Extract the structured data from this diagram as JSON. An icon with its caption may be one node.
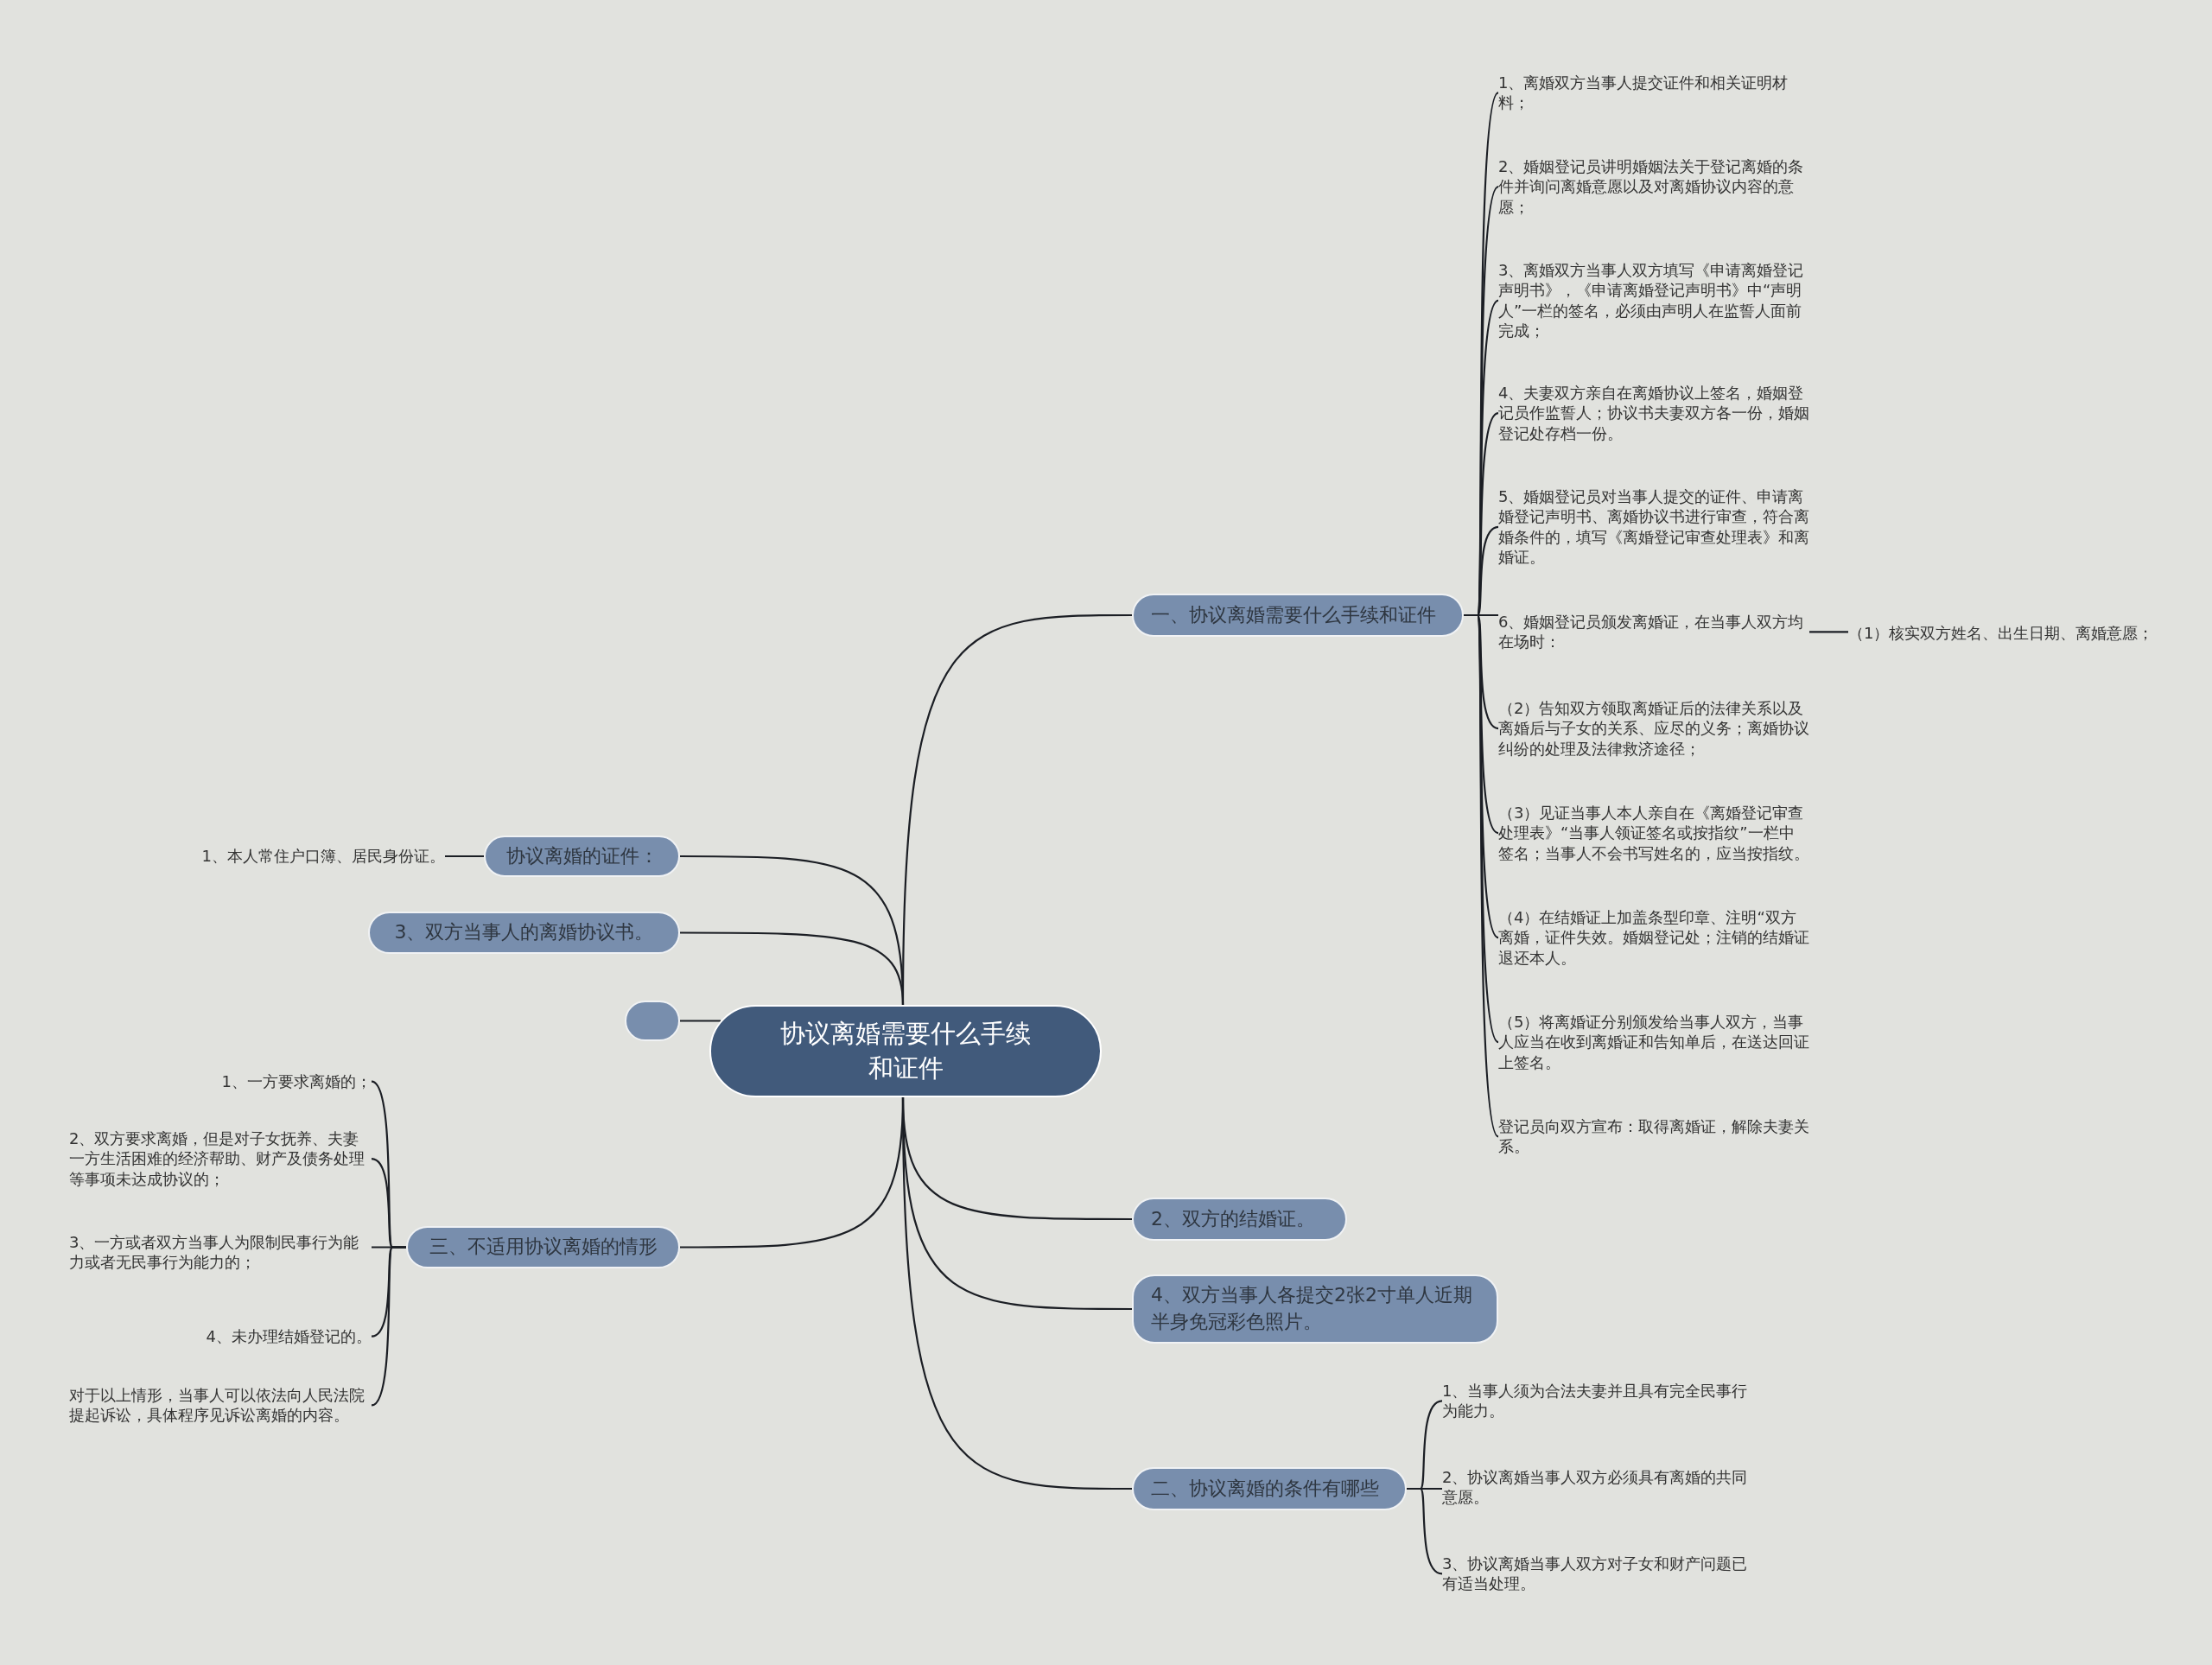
{
  "diagram": {
    "nodes": [
      {
        "text": [
          "协议离婚需要什么手续和证件"
        ]
      },
      {
        "text": [
          "一、协议离婚需要什么手续和证件"
        ]
      },
      {
        "text": [
          "1、离婚双方当事人提交证件和相关证明材料；"
        ]
      },
      {
        "text": [
          "2、婚姻登记员讲明婚姻法关于登记离婚的条件并询问离婚意愿以及对离婚协议内容的意愿；"
        ]
      },
      {
        "text": [
          "3、离婚双方当事人双方填写《申请离婚登记声明书》，《申请离婚登记声明书》中“声明人”一栏的签名，必须由声明人在监誓人面前完成；"
        ]
      },
      {
        "text": [
          "4、夫妻双方亲自在离婚协议上签名，婚姻登记员作监誓人；协议书夫妻双方各一份，婚姻登记处存档一份。"
        ]
      },
      {
        "text": [
          "5、婚姻登记员对当事人提交的证件、申请离婚登记声明书、离婚协议书进行审查，符合离婚条件的，填写《离婚登记审查处理表》和离婚证。"
        ]
      },
      {
        "text": [
          "6、婚姻登记员颁发离婚证，在当事人双方均在场时："
        ]
      },
      {
        "text": [
          "（1）核实双方姓名、出生日期、离婚意愿；"
        ]
      },
      {
        "text": [
          "（2）告知双方领取离婚证后的法律关系以及离婚后与子女的关系、应尽的义务；离婚协议纠纷的处理及法律救济途径；"
        ]
      },
      {
        "text": [
          "（3）见证当事人本人亲自在《离婚登记审查处理表》“当事人领证签名或按指纹”一栏中签名；当事人不会书写姓名的，应当按指纹。"
        ]
      },
      {
        "text": [
          "（4）在结婚证上加盖条型印章、注明“双方离婚，证件失效。婚姻登记处；注销的结婚证退还本人。"
        ]
      },
      {
        "text": [
          "（5）将离婚证分别颁发给当事人双方，当事人应当在收到离婚证和告知单后，在送达回证上签名。"
        ]
      },
      {
        "text": [
          "登记员向双方宣布：取得离婚证，解除夫妻关系。"
        ]
      },
      {
        "text": [
          "协议离婚的证件："
        ]
      },
      {
        "text": [
          "1、本人常住户口簿、居民身份证。"
        ]
      },
      {
        "text": [
          "3、双方当事人的离婚协议书。"
        ]
      },
      {
        "text": [],
        "shape": "box"
      },
      {
        "text": [
          "三、不适用协议离婚的情形"
        ]
      },
      {
        "text": [
          "1、一方要求离婚的；"
        ]
      },
      {
        "text": [
          "2、双方要求离婚，但是对子女抚养、夫妻一方生活困难的经济帮助、财产及债务处理等事项未达成协议的；"
        ]
      },
      {
        "text": [
          "3、一方或者双方当事人为限制民事行为能力或者无民事行为能力的；"
        ]
      },
      {
        "text": [
          "4、未办理结婚登记的。"
        ]
      },
      {
        "text": [
          "对于以上情形，当事人可以依法向人民法院提起诉讼，具体程序见诉讼离婚的内容。"
        ]
      },
      {
        "text": [
          "2、双方的结婚证。"
        ]
      },
      {
        "text": [
          "4、双方当事人各提交2张2寸单人近期半身免冠彩色照片。"
        ]
      },
      {
        "text": [
          "二、协议离婚的条件有哪些"
        ]
      },
      {
        "text": [
          "1、当事人须为合法夫妻并且具有完全民事行为能力。"
        ]
      },
      {
        "text": [
          "2、协议离婚当事人双方必须具有离婚的共同意愿。"
        ]
      },
      {
        "text": [
          "3、协议离婚当事人双方对子女和财产问题已有适当处理。"
        ]
      }
    ],
    "edges": [
      {
        "from": 0,
        "to": 1,
        "arrow": "none"
      },
      {
        "from": 1,
        "to": 2,
        "arrow": "none"
      },
      {
        "from": 1,
        "to": 3,
        "arrow": "none"
      },
      {
        "from": 1,
        "to": 4,
        "arrow": "none"
      },
      {
        "from": 1,
        "to": 5,
        "arrow": "none"
      },
      {
        "from": 1,
        "to": 6,
        "arrow": "none"
      },
      {
        "from": 1,
        "to": 7,
        "arrow": "none"
      },
      {
        "from": 7,
        "to": 8,
        "arrow": "none"
      },
      {
        "from": 1,
        "to": 9,
        "arrow": "none"
      },
      {
        "from": 1,
        "to": 10,
        "arrow": "none"
      },
      {
        "from": 1,
        "to": 11,
        "arrow": "none"
      },
      {
        "from": 1,
        "to": 12,
        "arrow": "none"
      },
      {
        "from": 1,
        "to": 13,
        "arrow": "none"
      },
      {
        "from": 0,
        "to": 14,
        "arrow": "none"
      },
      {
        "from": 14,
        "to": 15,
        "arrow": "none"
      },
      {
        "from": 0,
        "to": 16,
        "arrow": "none"
      },
      {
        "from": 0,
        "to": 17,
        "arrow": "none"
      },
      {
        "from": 0,
        "to": 18,
        "arrow": "none"
      },
      {
        "from": 18,
        "to": 19,
        "arrow": "none"
      },
      {
        "from": 18,
        "to": 20,
        "arrow": "none"
      },
      {
        "from": 18,
        "to": 21,
        "arrow": "none"
      },
      {
        "from": 18,
        "to": 22,
        "arrow": "none"
      },
      {
        "from": 18,
        "to": 23,
        "arrow": "none"
      },
      {
        "from": 0,
        "to": 24,
        "arrow": "none"
      },
      {
        "from": 0,
        "to": 25,
        "arrow": "none"
      },
      {
        "from": 0,
        "to": 26,
        "arrow": "none"
      },
      {
        "from": 26,
        "to": 27,
        "arrow": "none"
      },
      {
        "from": 26,
        "to": 28,
        "arrow": "none"
      },
      {
        "from": 26,
        "to": 29,
        "arrow": "none"
      }
    ]
  }
}
